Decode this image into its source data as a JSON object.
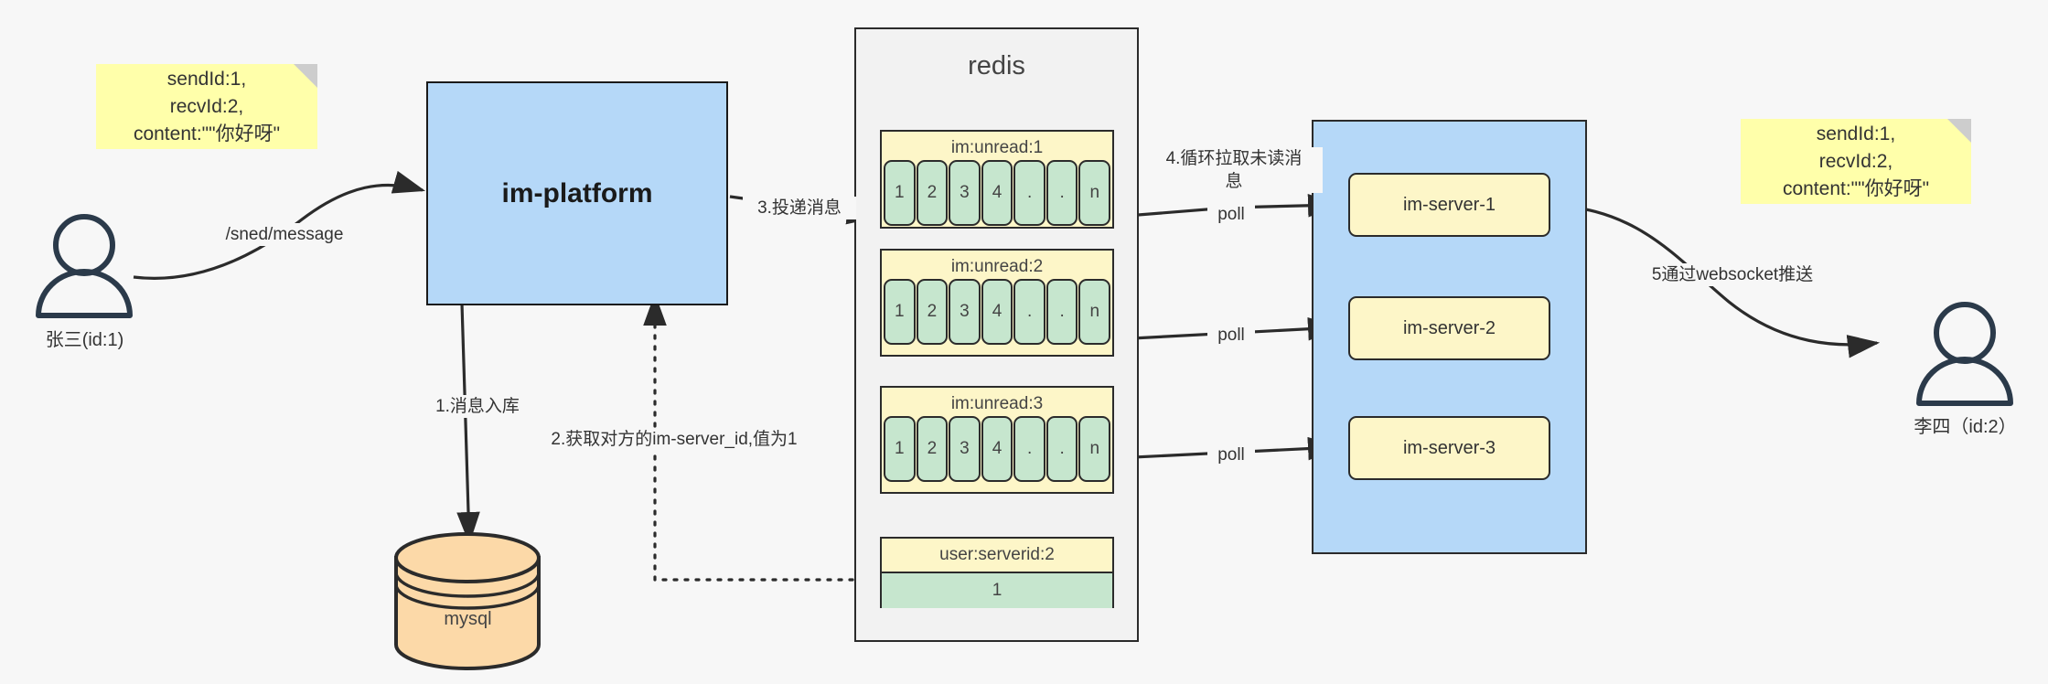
{
  "diagram": {
    "title": "IM message delivery architecture",
    "colors": {
      "background": "#f7f7f7",
      "note_yellow": "#ffffaa",
      "block_blue": "#b5d8f8",
      "key_yellow": "#fdf6c8",
      "cell_green": "#c6e6ce",
      "db_orange": "#fcd9a8",
      "stroke": "#2b2b2b"
    }
  },
  "notes": {
    "left": "sendId:1,\nrecvId:2,\ncontent:\"\"你好呀\"",
    "right": "sendId:1,\nrecvId:2,\ncontent:\"\"你好呀\""
  },
  "actors": {
    "sender": {
      "label": "张三(id:1)",
      "icon": "user-icon"
    },
    "receiver": {
      "label": "李四（id:2）",
      "icon": "user-icon"
    }
  },
  "platform": {
    "label": "im-platform"
  },
  "database": {
    "label": "mysql",
    "icon": "database-cylinder-icon"
  },
  "redis": {
    "title": "redis",
    "queues": [
      {
        "key": "im:unread:1",
        "cells": [
          "1",
          "2",
          "3",
          "4",
          ".",
          ".",
          "n"
        ]
      },
      {
        "key": "im:unread:2",
        "cells": [
          "1",
          "2",
          "3",
          "4",
          ".",
          ".",
          "n"
        ]
      },
      {
        "key": "im:unread:3",
        "cells": [
          "1",
          "2",
          "3",
          "4",
          ".",
          ".",
          "n"
        ]
      }
    ],
    "kv": {
      "key": "user:serverid:2",
      "value": "1"
    }
  },
  "cluster": {
    "servers": [
      {
        "label": "im-server-1"
      },
      {
        "label": "im-server-2"
      },
      {
        "label": "im-server-3"
      }
    ]
  },
  "edges": {
    "send_message": "/sned/message",
    "step1": "1.消息入库",
    "step2": "2.获取对方的im-server_id,值为1",
    "step3": "3.投递消息",
    "step4": "4.循环拉取未读消\n息",
    "poll1": "poll",
    "poll2": "poll",
    "poll3": "poll",
    "step5": "5通过websocket推送"
  }
}
